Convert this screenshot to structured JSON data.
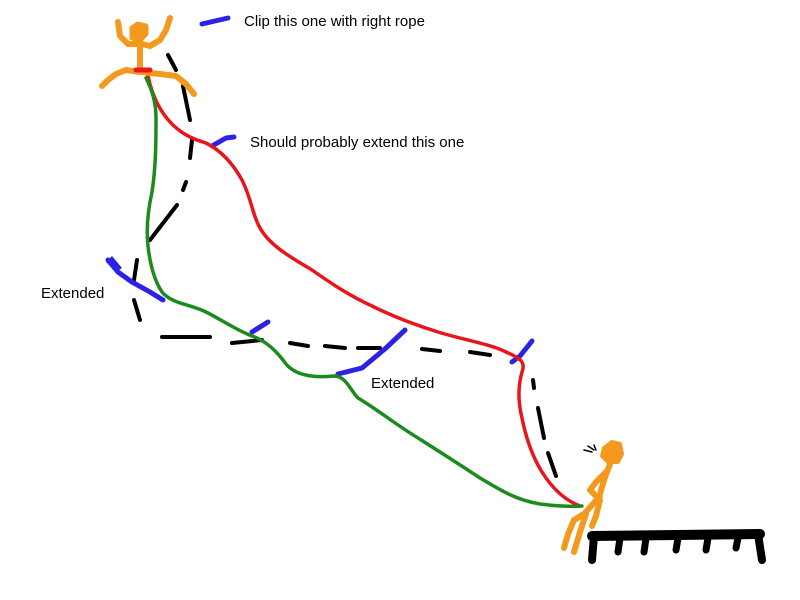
{
  "annotations": {
    "clip_right_rope": "Clip this one with right rope",
    "extend_this_one": "Should probably extend this one",
    "extended_left": "Extended",
    "extended_middle": "Extended"
  },
  "colors": {
    "climber": "#f39a1e",
    "belayer": "#f39a1e",
    "right_rope": "#e8161b",
    "left_rope": "#1d8a1d",
    "quickdraws": "#2b22e6",
    "route_line": "#000000",
    "ground": "#000000"
  }
}
